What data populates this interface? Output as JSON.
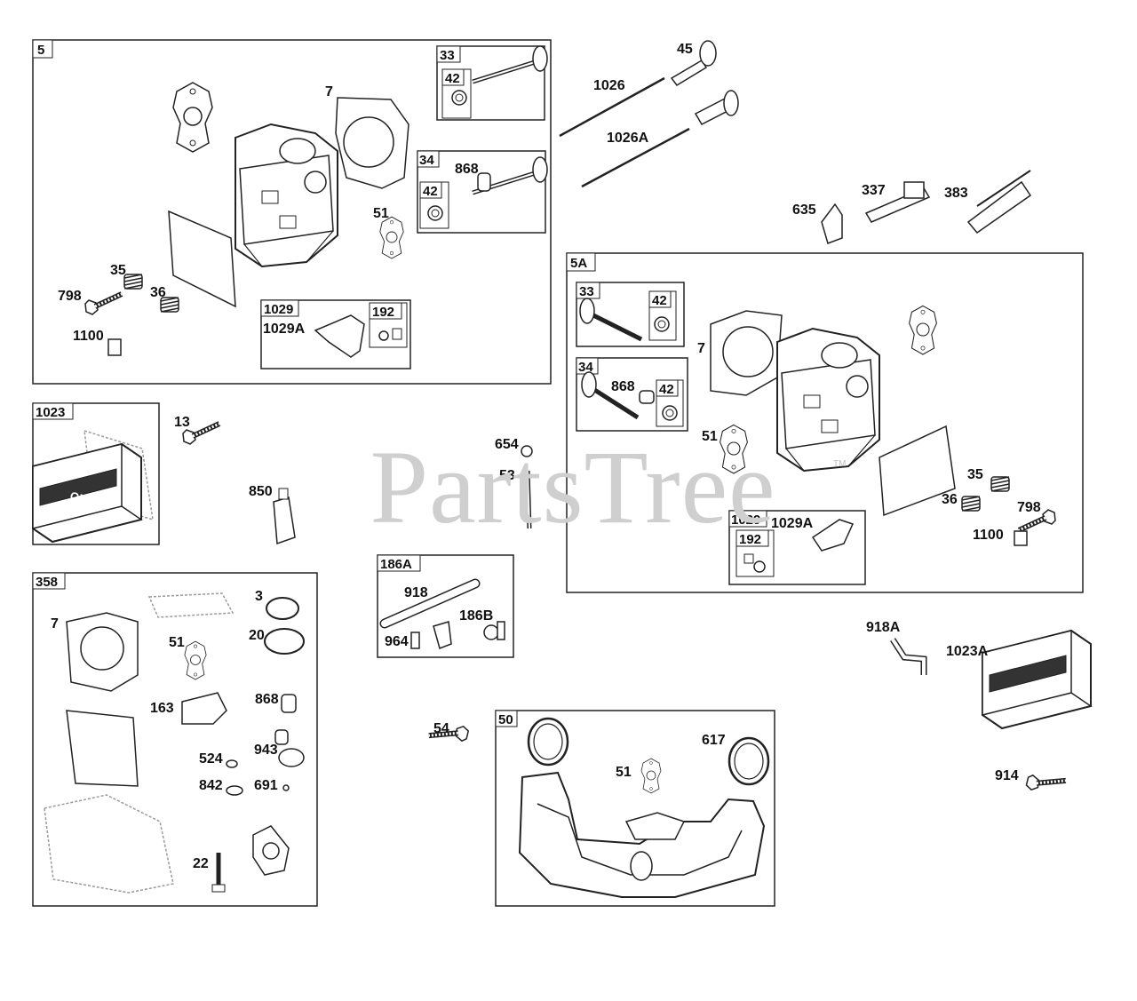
{
  "watermark": "PartsTree",
  "trademark": "TM",
  "logo_text": "OHV",
  "group_labels": {
    "g5": "5",
    "g5_33": "33",
    "g5_33_42": "42",
    "g5_34": "34",
    "g5_34_42": "42",
    "g5_1029": "1029",
    "g5_192": "192",
    "g5A": "5A",
    "g5A_33": "33",
    "g5A_33_42": "42",
    "g5A_34": "34",
    "g5A_34_42": "42",
    "g5A_1029": "1029",
    "g5A_192": "192",
    "g1023": "1023",
    "g358": "358",
    "g186A": "186A",
    "g50": "50"
  },
  "part_labels": {
    "p7_a": "7",
    "p868_a": "868",
    "p51_a": "51",
    "p35_a": "35",
    "p36_a": "36",
    "p798_a": "798",
    "p1100_a": "1100",
    "p1029A_a": "1029A",
    "p45": "45",
    "p1026": "1026",
    "p1026A": "1026A",
    "p635": "635",
    "p337": "337",
    "p383": "383",
    "p7_b": "7",
    "p868_b": "868",
    "p51_b": "51",
    "p35_b": "35",
    "p36_b": "36",
    "p798_b": "798",
    "p1100_b": "1100",
    "p1029A_b": "1029A",
    "p13": "13",
    "p850": "850",
    "p654": "654",
    "p53": "53",
    "p918": "918",
    "p186B": "186B",
    "p964": "964",
    "p918A": "918A",
    "p1023A": "1023A",
    "p914": "914",
    "p54": "54",
    "p617": "617",
    "p51_c": "51",
    "p7_c": "7",
    "p3": "3",
    "p20": "20",
    "p51_d": "51",
    "p163": "163",
    "p868_c": "868",
    "p524": "524",
    "p943": "943",
    "p842": "842",
    "p691": "691",
    "p22": "22"
  }
}
